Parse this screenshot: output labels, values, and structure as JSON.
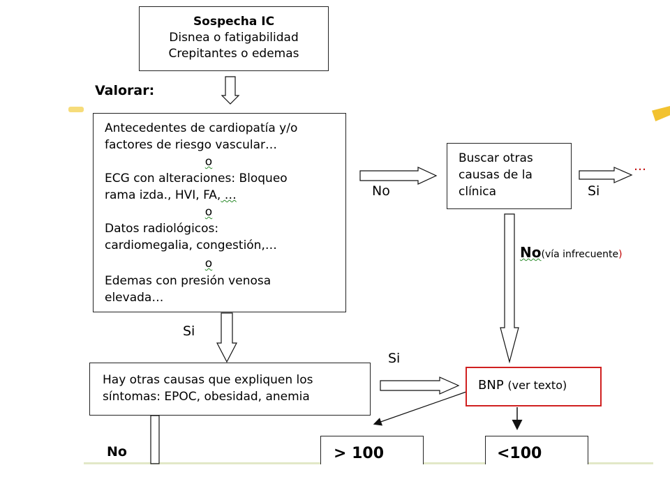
{
  "top_box": {
    "title": "Sospecha IC",
    "line1": "Disnea o fatigabilidad",
    "line2": "Crepitantes o edemas"
  },
  "valorar_label": "Valorar:",
  "criteria_box": {
    "item1": "Antecedentes de cardiopatía y/o",
    "item1b": "factores de riesgo vascular…",
    "sep1": "o",
    "item2": "ECG con alteraciones: Bloqueo",
    "item2b_plain": "rama izda., HVI, FA,",
    "item2b_wavy": " …",
    "sep2": "o",
    "item3": "Datos radiológicos:",
    "item3b": "cardiomegalia, congestión,…",
    "sep3": "o",
    "item4": "Edemas con presión venosa",
    "item4b": "elevada…"
  },
  "other_causes_box": {
    "line1": "Buscar otras",
    "line2": "causas de la",
    "line3": "clínica"
  },
  "symptoms_box": {
    "line1": "Hay otras causas que expliquen los",
    "line2": "síntomas: EPOC, obesidad, anemia"
  },
  "bnp_box": {
    "label": "BNP",
    "note": "(ver texto)"
  },
  "result_boxes": {
    "high": "> 100",
    "low": "<100"
  },
  "edge_labels": {
    "no_right": "No",
    "si_right": "Si",
    "ellipsis": "…",
    "si_down": "Si",
    "no_infrequent": "No",
    "infrequent_note": "(vía infrecuente",
    "infrequent_paren": ")",
    "si_to_bnp": "Si",
    "no_bottom": "No"
  },
  "colors": {
    "bnp_border": "#d02020",
    "ellipsis": "#c00000",
    "accent_yellow": "#f2c230",
    "spell_underline": "#2a8a2a"
  }
}
